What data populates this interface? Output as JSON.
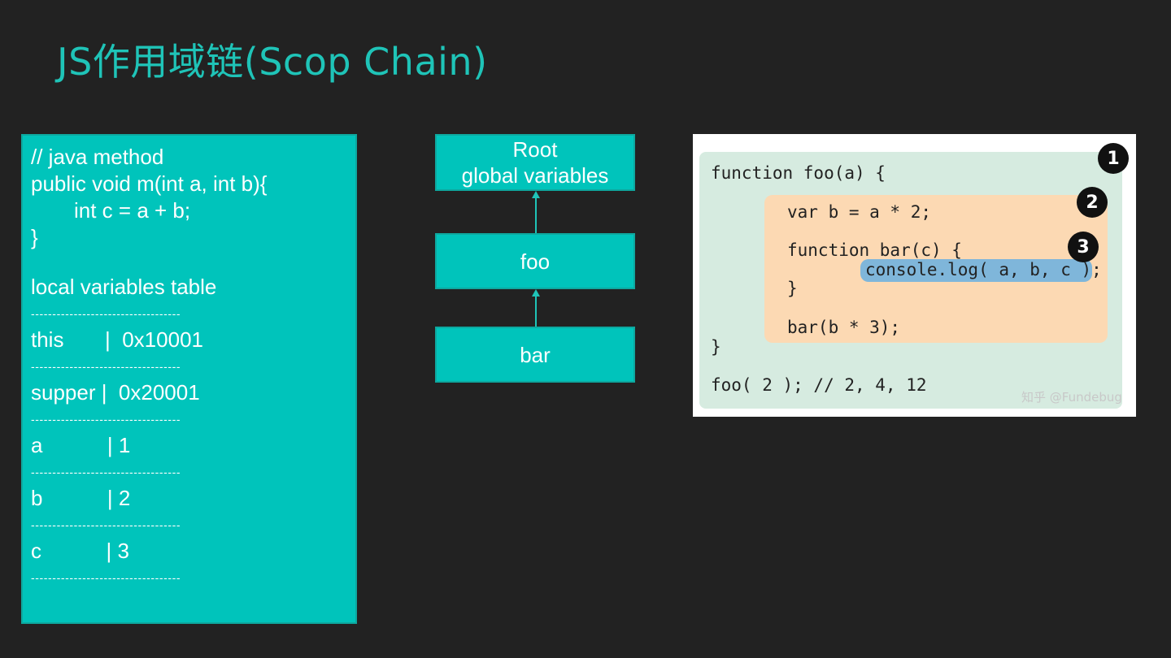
{
  "title": "JS作用域链(Scop Chain)",
  "java_box": {
    "lines": [
      "// java method",
      "public void m(int a, int b){",
      "int c = a + b;",
      "}"
    ],
    "table_heading": "local variables table",
    "separator": "-----------------------------------",
    "rows": [
      "this       |  0x10001",
      "supper |  0x20001",
      "a           | 1",
      "b           | 2",
      "c           | 3"
    ]
  },
  "diagram": {
    "root_line1": "Root",
    "root_line2": "global variables",
    "foo": "foo",
    "bar": "bar"
  },
  "code_image": {
    "lines": {
      "l1": "function foo(a) {",
      "l2": "var b = a * 2;",
      "l3": "function bar(c) {",
      "l4": "console.log( a, b, c );",
      "l5": "}",
      "l6": "bar(b * 3);",
      "l7": "}",
      "l8": "foo( 2 ); // 2, 4, 12"
    },
    "badges": [
      "1",
      "2",
      "3"
    ],
    "watermark": "知乎 @Fundebug"
  },
  "colors": {
    "accent": "#1fc4b8",
    "box_fill": "#00c4bb",
    "background": "#222222"
  }
}
